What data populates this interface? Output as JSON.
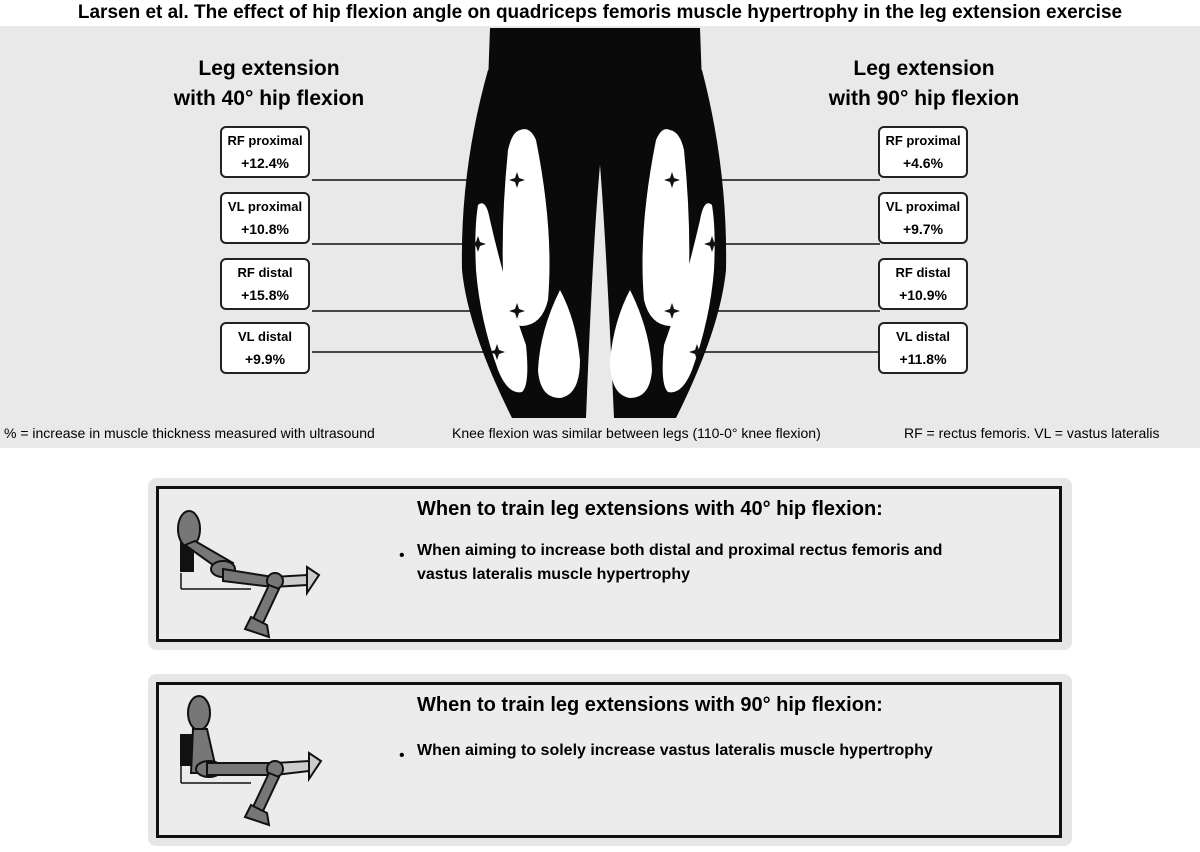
{
  "title": "Larsen et al. The effect of hip flexion angle on quadriceps femoris muscle hypertrophy in the leg extension exercise",
  "left": {
    "heading_line1": "Leg extension",
    "heading_line2": "with 40° hip flexion",
    "boxes": [
      {
        "label": "RF proximal",
        "value": "+12.4%"
      },
      {
        "label": "VL proximal",
        "value": "+10.8%"
      },
      {
        "label": "RF distal",
        "value": "+15.8%"
      },
      {
        "label": "VL distal",
        "value": "+9.9%"
      }
    ]
  },
  "right": {
    "heading_line1": "Leg extension",
    "heading_line2": "with 90° hip flexion",
    "boxes": [
      {
        "label": "RF proximal",
        "value": "+4.6%"
      },
      {
        "label": "VL proximal",
        "value": "+9.7%"
      },
      {
        "label": "RF distal",
        "value": "+10.9%"
      },
      {
        "label": "VL distal",
        "value": "+11.8%"
      }
    ]
  },
  "notes": {
    "measure": "% = increase in muscle thickness measured with ultrasound",
    "knee": "Knee flexion was similar between legs (110-0° knee flexion)",
    "abbrev": "RF = rectus femoris. VL = vastus lateralis"
  },
  "cards": [
    {
      "title": "When to train leg extensions with 40° hip flexion:",
      "bullet": "When aiming to increase both distal and proximal rectus femoris and vastus lateralis muscle hypertrophy"
    },
    {
      "title": "When to train leg extensions with 90° hip flexion:",
      "bullet": "When aiming to solely increase vastus lateralis muscle hypertrophy"
    }
  ],
  "colors": {
    "panel": "#e9e9e9",
    "legs": "#0a0a0a",
    "muscle": "#ffffff",
    "figure": "#777777"
  }
}
